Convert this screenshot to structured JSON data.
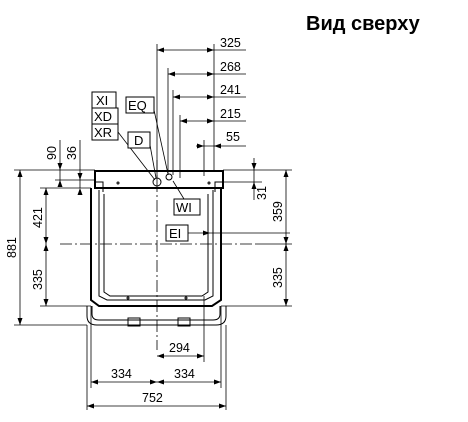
{
  "title": "Вид сверху",
  "dimensions": {
    "d325": "325",
    "d268": "268",
    "d241": "241",
    "d215": "215",
    "d55": "55",
    "d90": "90",
    "d36": "36",
    "d31": "31",
    "d359": "359",
    "d881": "881",
    "d421": "421",
    "d335_left": "335",
    "d335_right": "335",
    "d294": "294",
    "d334_left": "334",
    "d334_right": "334",
    "d752": "752"
  },
  "connections": {
    "xi": "XI",
    "xd": "XD",
    "xr": "XR",
    "eq": "EQ",
    "d": "D",
    "wi": "WI",
    "ei": "EI"
  }
}
